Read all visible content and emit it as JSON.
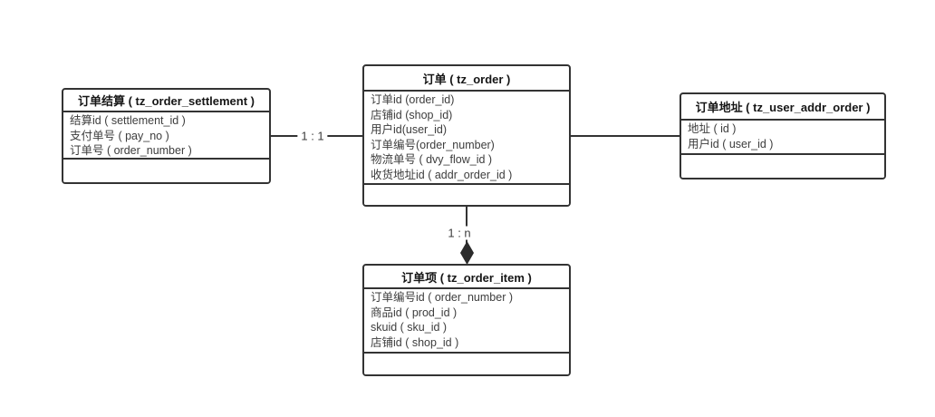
{
  "diagram": {
    "type": "entity-relationship",
    "colors": {
      "line": "#333333",
      "title_text": "#161616",
      "field_text": "#3d3d3d",
      "background": "#ffffff",
      "diamond_fill": "#2b2b2b"
    },
    "entities": [
      {
        "key": "order_settlement",
        "title": "订单结算 ( tz_order_settlement )",
        "fields": [
          "结算id ( settlement_id )",
          "支付单号 ( pay_no )",
          "订单号 ( order_number )"
        ]
      },
      {
        "key": "order",
        "title": "订单 ( tz_order )",
        "fields": [
          "订单id (order_id)",
          "店铺id (shop_id)",
          "用户id(user_id)",
          "订单编号(order_number)",
          "物流单号 ( dvy_flow_id )",
          "收货地址id ( addr_order_id )"
        ]
      },
      {
        "key": "user_addr_order",
        "title": "订单地址 ( tz_user_addr_order )",
        "fields": [
          "地址 ( id )",
          "用户id ( user_id )"
        ]
      },
      {
        "key": "order_item",
        "title": "订单项 ( tz_order_item )",
        "fields": [
          "订单编号id ( order_number )",
          "商品id ( prod_id )",
          "skuid ( sku_id )",
          "店铺id ( shop_id )"
        ]
      }
    ],
    "connectors": [
      {
        "from": "order_settlement",
        "to": "order",
        "label": "1 : 1",
        "arrow": "none"
      },
      {
        "from": "order",
        "to": "user_addr_order",
        "label": "",
        "arrow": "none"
      },
      {
        "from": "order",
        "to": "order_item",
        "label": "1 : n",
        "arrow": "filled-diamond"
      }
    ]
  }
}
